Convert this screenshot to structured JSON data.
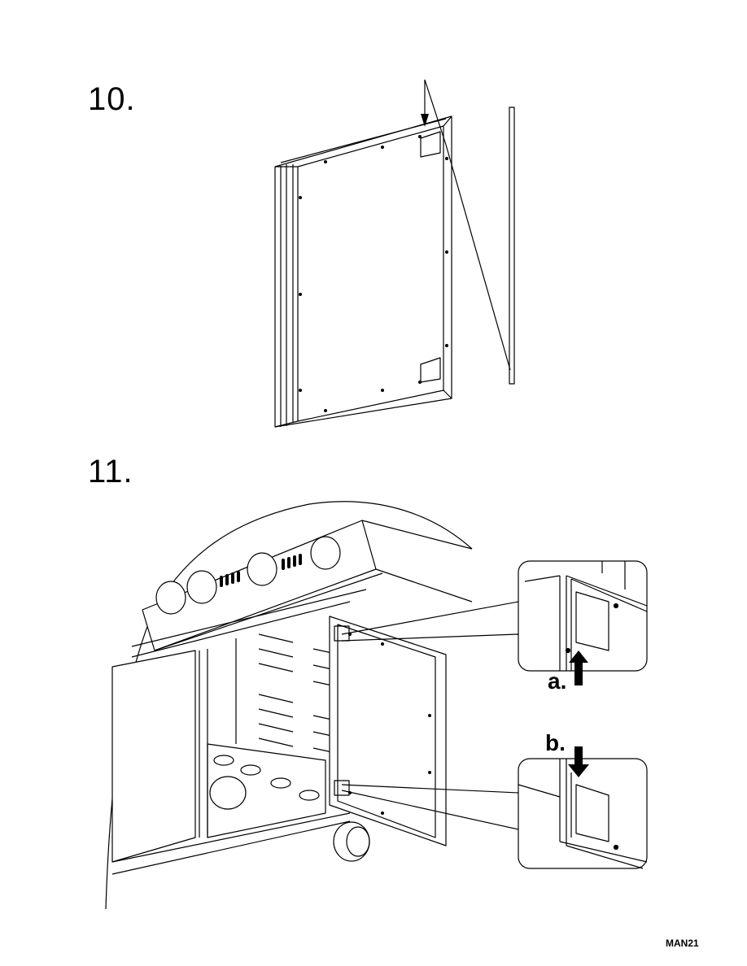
{
  "steps": [
    {
      "number": "10."
    },
    {
      "number": "11."
    }
  ],
  "callouts": {
    "a": "a.",
    "b": "b."
  },
  "footer": {
    "code": "MAN21"
  },
  "icons": {
    "up_arrow": "up-arrow-icon",
    "down_arrow": "down-arrow-icon"
  }
}
